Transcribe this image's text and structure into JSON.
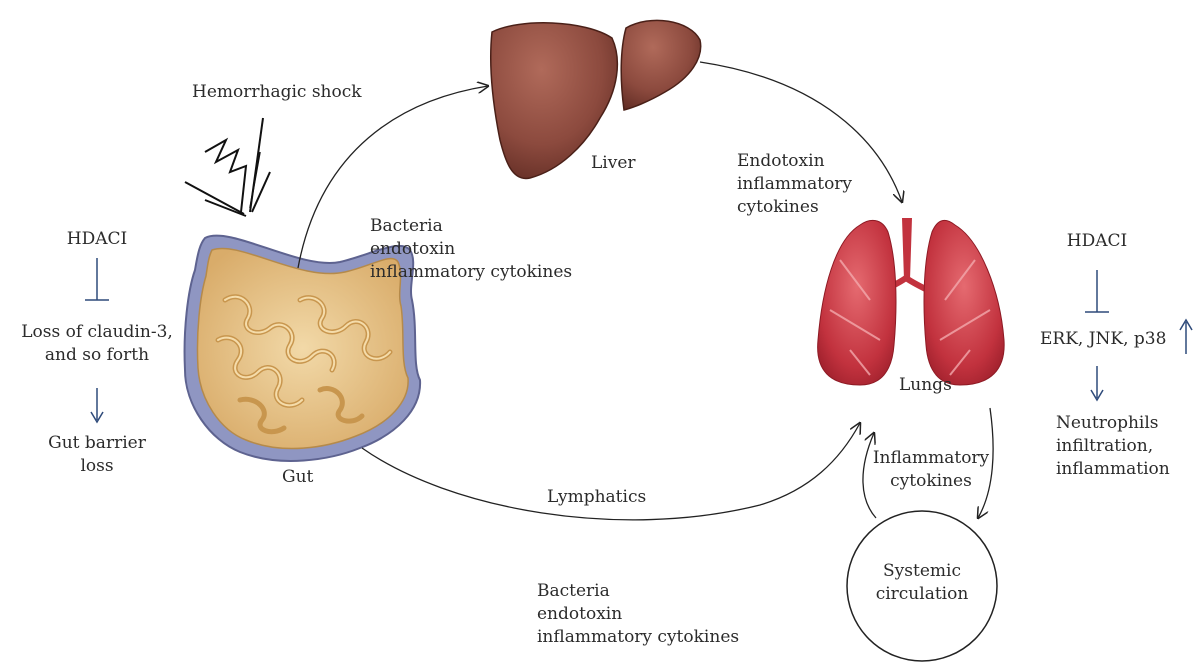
{
  "labels": {
    "hemorrhagic_shock": "Hemorrhagic shock",
    "liver": "Liver",
    "gut": "Gut",
    "lungs": "Lungs",
    "lymphatics": "Lymphatics",
    "systemic_circulation": [
      "Systemic",
      "circulation"
    ],
    "upper_route": [
      "Bacteria",
      "endotoxin",
      "inflammatory cytokines"
    ],
    "lower_route": [
      "Bacteria",
      "endotoxin",
      "inflammatory cytokines"
    ],
    "liver_to_lungs": [
      "Endotoxin",
      "inflammatory",
      "cytokines"
    ],
    "circulation_to_lungs": [
      "Inflammatory",
      "cytokines"
    ]
  },
  "left_panel": {
    "inhibitor": "HDACI",
    "target": [
      "Loss of claudin-3,",
      "and so forth"
    ],
    "outcome": [
      "Gut barrier",
      "loss"
    ]
  },
  "right_panel": {
    "inhibitor": "HDACI",
    "target": "ERK, JNK, p38",
    "outcome": [
      "Neutrophils",
      "infiltration,",
      "inflammation"
    ]
  },
  "colors": {
    "text": "#2b2b2b",
    "inhibition_arrows": "#2e4a7a",
    "liver": "#8c4a3e",
    "lungs": "#c2323e",
    "gut_wall": "#8f96c2",
    "small_intestine": "#e8c48a"
  }
}
